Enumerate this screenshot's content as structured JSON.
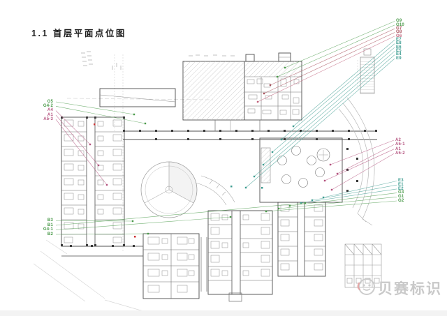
{
  "title": {
    "text": "1.1 首层平面点位图"
  },
  "watermark": {
    "text": "贝赛标识",
    "logo_icon": "smiley-logo",
    "color": "#c9c9c9"
  },
  "colors": {
    "wall": "#4d4d4d",
    "partition": "#6f6f6f",
    "fixture": "#8c8c8c",
    "hatch": "#bdbdbd",
    "green": "#4a9a4a",
    "teal": "#3d9c90",
    "magenta": "#b4527e",
    "maroon": "#a8505c",
    "red": "#cc3333"
  },
  "callout_stacks": [
    {
      "id": "top-right",
      "labels": [
        {
          "text": "G9",
          "color": "#4a9a4a"
        },
        {
          "text": "G10",
          "color": "#4a9a4a"
        },
        {
          "text": "G7",
          "color": "#a8505c"
        },
        {
          "text": "G8",
          "color": "#a8505c"
        },
        {
          "text": "G6",
          "color": "#c0607a"
        },
        {
          "text": "E7",
          "color": "#3d9c90"
        },
        {
          "text": "E8",
          "color": "#3d9c90"
        },
        {
          "text": "E6",
          "color": "#3d9c90"
        },
        {
          "text": "E5",
          "color": "#3d9c90"
        },
        {
          "text": "E4",
          "color": "#3d9c90"
        },
        {
          "text": "E9",
          "color": "#3d9c90"
        }
      ]
    },
    {
      "id": "left-upper",
      "labels": [
        {
          "text": "G5",
          "color": "#4a9a4a"
        },
        {
          "text": "G4-2",
          "color": "#4a9a4a"
        },
        {
          "text": "A4",
          "color": "#b4527e"
        },
        {
          "text": "A1",
          "color": "#b4527e"
        },
        {
          "text": "A5-3",
          "color": "#b4527e"
        }
      ]
    },
    {
      "id": "right-mid",
      "labels": [
        {
          "text": "A2",
          "color": "#b4527e"
        },
        {
          "text": "A5-1",
          "color": "#b4527e"
        },
        {
          "text": "A1",
          "color": "#b4527e"
        },
        {
          "text": "A5-2",
          "color": "#b4527e"
        }
      ]
    },
    {
      "id": "right-lower",
      "labels": [
        {
          "text": "E3",
          "color": "#3d9c90"
        },
        {
          "text": "E1",
          "color": "#3d9c90"
        },
        {
          "text": "E2",
          "color": "#3d9c90"
        },
        {
          "text": "G3",
          "color": "#4a9a4a"
        },
        {
          "text": "G1",
          "color": "#4a9a4a"
        },
        {
          "text": "G2",
          "color": "#4a9a4a"
        }
      ]
    },
    {
      "id": "left-lower",
      "labels": [
        {
          "text": "B3",
          "color": "#4a9a4a"
        },
        {
          "text": "B1",
          "color": "#4a9a4a"
        },
        {
          "text": "G4-1",
          "color": "#4a9a4a"
        },
        {
          "text": "B2",
          "color": "#4a9a4a"
        }
      ]
    }
  ]
}
